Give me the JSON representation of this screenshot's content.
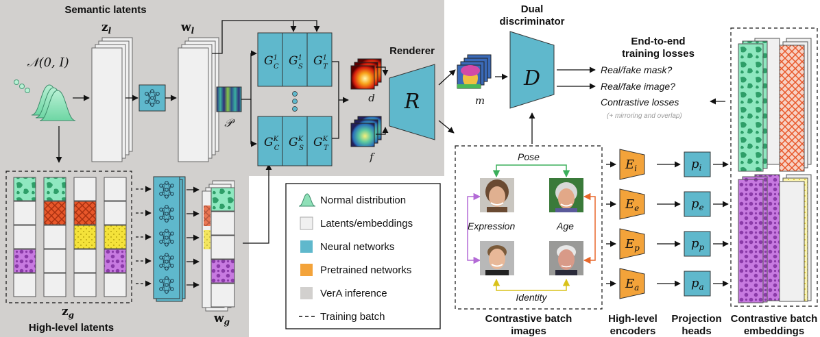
{
  "labels": {
    "semantic_latents": "Semantic latents",
    "high_level_latents": "High-level latents",
    "z_l": "z",
    "z_l_sub": "l",
    "w_l": "w",
    "w_l_sub": "l",
    "z_g": "z",
    "z_g_sub": "g",
    "w_g": "w",
    "w_g_sub": "g",
    "normal": "𝒩(0, I)",
    "P": "𝒫",
    "renderer": "Renderer",
    "R": "R",
    "d": "d",
    "f": "f",
    "m": "m",
    "dual_disc_1": "Dual",
    "dual_disc_2": "discriminator",
    "D": "D",
    "e2e_1": "End-to-end",
    "e2e_2": "training losses",
    "loss_mask": "Real/fake mask?",
    "loss_image": "Real/fake image?",
    "loss_contrastive": "Contrastive losses",
    "loss_note": "(+ mirroring and overlap)",
    "pose": "Pose",
    "expression": "Expression",
    "age": "Age",
    "identity": "Identity",
    "contrastive_images_1": "Contrastive batch",
    "contrastive_images_2": "images",
    "high_level_encoders_1": "High-level",
    "high_level_encoders_2": "encoders",
    "projection_heads_1": "Projection",
    "projection_heads_2": "heads",
    "contrastive_emb_1": "Contrastive batch",
    "contrastive_emb_2": "embeddings",
    "gen_top": [
      "G",
      "G",
      "G"
    ],
    "gen_bot": [
      "G",
      "G",
      "G"
    ],
    "gen_sub": [
      "C",
      "S",
      "T"
    ],
    "gen_sup_top": "1",
    "gen_sup_bot": "K",
    "encoders": [
      {
        "base": "E",
        "sub": "i"
      },
      {
        "base": "E",
        "sub": "e"
      },
      {
        "base": "E",
        "sub": "p"
      },
      {
        "base": "E",
        "sub": "a"
      }
    ],
    "heads": [
      {
        "base": "p",
        "sub": "i"
      },
      {
        "base": "p",
        "sub": "e"
      },
      {
        "base": "p",
        "sub": "p"
      },
      {
        "base": "p",
        "sub": "a"
      }
    ]
  },
  "legend": [
    {
      "icon": "normal-distribution-icon",
      "label": "Normal distribution"
    },
    {
      "icon": "latent-box-icon",
      "label": "Latents/embeddings"
    },
    {
      "icon": "neural-network-icon",
      "label": "Neural networks"
    },
    {
      "icon": "pretrained-network-icon",
      "label": "Pretrained networks"
    },
    {
      "icon": "inference-box-icon",
      "label": "VerA inference"
    },
    {
      "icon": "dashed-line-icon",
      "label": "Training batch"
    }
  ],
  "colors": {
    "inference_bg": "#d2d0ce",
    "neural": "#5fb8cc",
    "pretrained": "#f3a33a",
    "latent": "#f0f0f0",
    "normal": "#8fe0b8",
    "green_tex": "#2e9e68",
    "red_tex": "#e8572a",
    "yellow_tex": "#f4e23a",
    "purple_tex": "#b55ad2",
    "pose_arrow": "#3aaf5a",
    "age_arrow": "#e8672a",
    "expr_arrow": "#b36ad6",
    "id_arrow": "#d9c21a"
  }
}
